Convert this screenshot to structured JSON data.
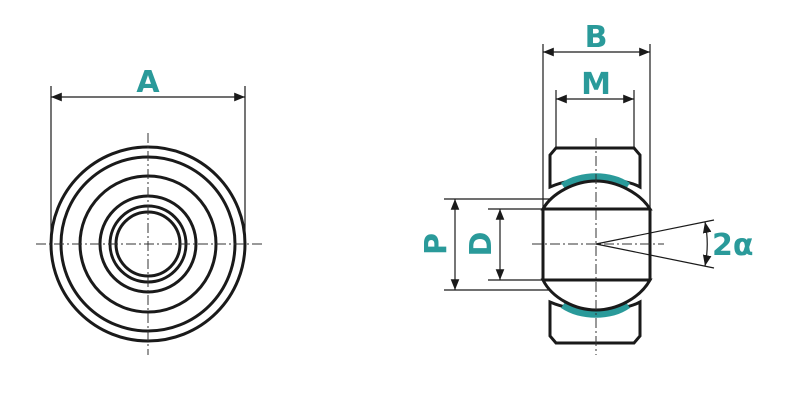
{
  "labels": {
    "A": "A",
    "B": "B",
    "M": "M",
    "P": "P",
    "D": "D",
    "angle": "2α"
  },
  "colors": {
    "accent": "#2a9a9a",
    "line": "#1a1a1a"
  }
}
